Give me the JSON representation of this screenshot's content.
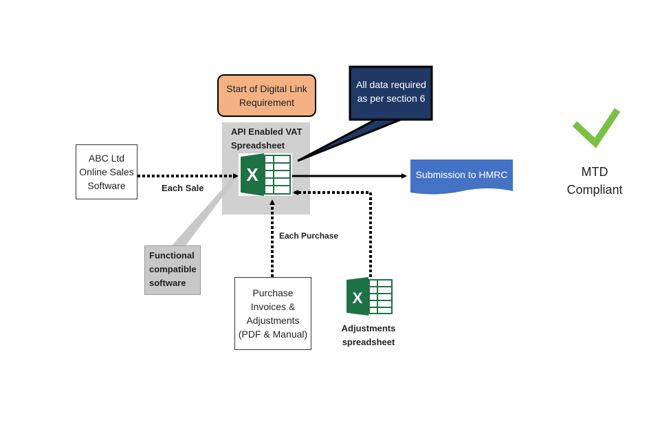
{
  "diagram": {
    "start_box": {
      "line1": "Start of Digital Link",
      "line2": "Requirement",
      "color": "#f4b183"
    },
    "data_callout": {
      "line1": "All data required",
      "line2": "as per section 6",
      "color": "#1f3864"
    },
    "spreadsheet": {
      "line1": "API Enabled VAT",
      "line2": "Spreadsheet",
      "color": "#d0d0d0"
    },
    "sales_software": {
      "line1": "ABC Ltd",
      "line2": "Online Sales",
      "line3": "Software"
    },
    "each_sale": "Each Sale",
    "each_purchase": "Each Purchase",
    "submission": {
      "label": "Submission to HMRC",
      "color": "#4472c4"
    },
    "functional": {
      "line1": "Functional",
      "line2": "compatible",
      "line3": "software"
    },
    "purchase_invoices": {
      "line1": "Purchase",
      "line2": "Invoices &",
      "line3": "Adjustments",
      "line4": "(PDF & Manual)"
    },
    "adjustments": {
      "line1": "Adjustments",
      "line2": "spreadsheet"
    },
    "compliant": {
      "line1": "MTD",
      "line2": "Compliant",
      "check_color": "#7ac143"
    },
    "excel_color": "#1e7145"
  }
}
